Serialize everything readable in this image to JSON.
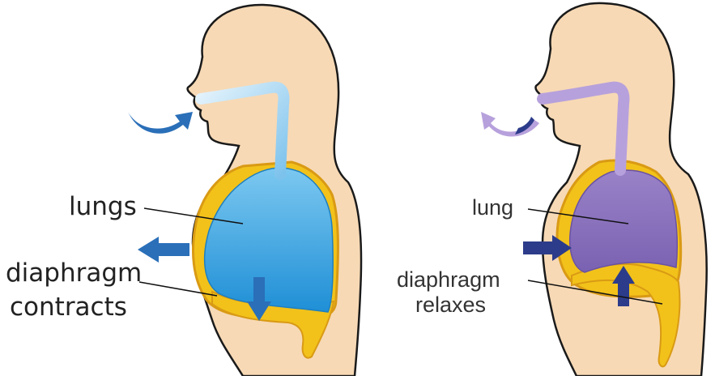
{
  "panels": {
    "inhale": {
      "labels": {
        "lungs": "lungs",
        "diaphragm": "diaphragm",
        "diaphragm_action": "contracts"
      }
    },
    "exhale": {
      "labels": {
        "lung": "lung",
        "diaphragm": "diaphragm",
        "diaphragm_action": "relaxes"
      }
    }
  },
  "colors": {
    "skin": "#f7d9b5",
    "skin_outline": "#1a1a1a",
    "membrane": "#f2c21a",
    "membrane_dark": "#d99a14",
    "lungs_inhale": "#2b9fe0",
    "airway_inhale": "#9fd4f0",
    "arrow_inhale": "#2a6fb8",
    "lungs_exhale": "#8a6fbd",
    "airway_exhale": "#b7a1dc",
    "arrow_exhale": "#2c3c8a"
  }
}
